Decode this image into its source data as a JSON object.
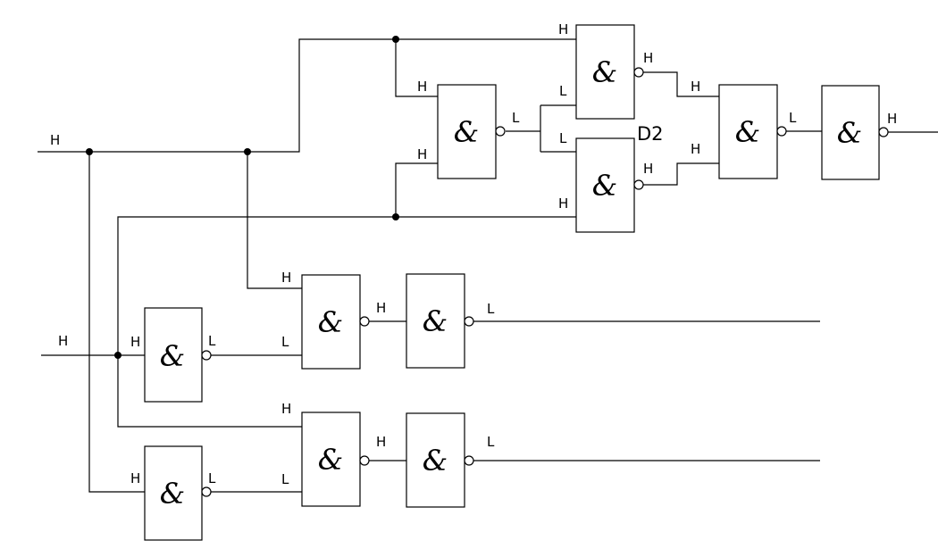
{
  "diagram": {
    "gate_symbol": "&",
    "gate_label": "D2",
    "inputs": {
      "a": "H",
      "b": "H"
    },
    "levels": {
      "g_top_in1": "H",
      "g_top_in2": "H",
      "g_top_out": "L",
      "g_a_in1": "H",
      "g_a_in2": "L",
      "g_a_out": "H",
      "g_b_in1": "L",
      "g_b_in2": "H",
      "g_b_out": "H",
      "g_c_in1": "H",
      "g_c_in2": "H",
      "g_c_out": "L",
      "g_d_out": "H",
      "g_inv1_in": "H",
      "g_inv1_out": "L",
      "g_e_in1": "H",
      "g_e_in2": "L",
      "g_e_out": "H",
      "g_f_out": "L",
      "g_inv2_in": "H",
      "g_inv2_out": "L",
      "g_g_in1": "H",
      "g_g_in2": "L",
      "g_g_out": "H",
      "g_h_out": "L"
    }
  }
}
